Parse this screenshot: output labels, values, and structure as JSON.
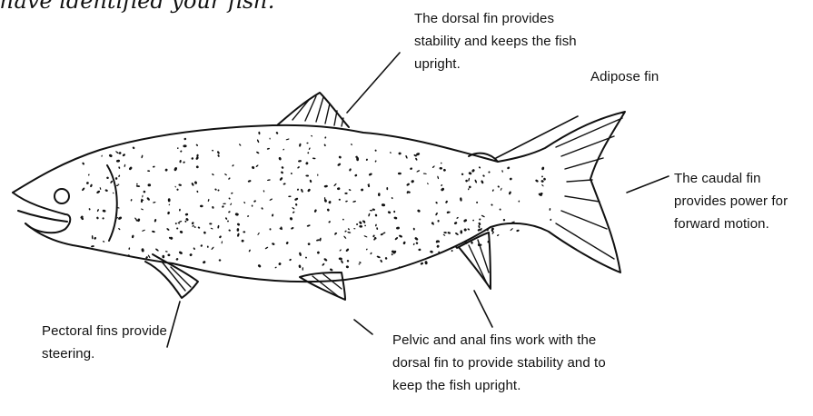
{
  "fragment_text": "have identified your fish.",
  "labels": {
    "dorsal_fin": "The dorsal fin provides\nstability and keeps the fish\nupright.",
    "adipose_fin": "Adipose fin",
    "caudal_fin": "The caudal fin\nprovides power for\nforward motion.",
    "pectoral_fins": "Pectoral fins provide\nsteering.",
    "pelvic_anal_fins": "Pelvic and anal fins work with the\ndorsal fin to provide stability and to\nkeep the fish upright."
  }
}
